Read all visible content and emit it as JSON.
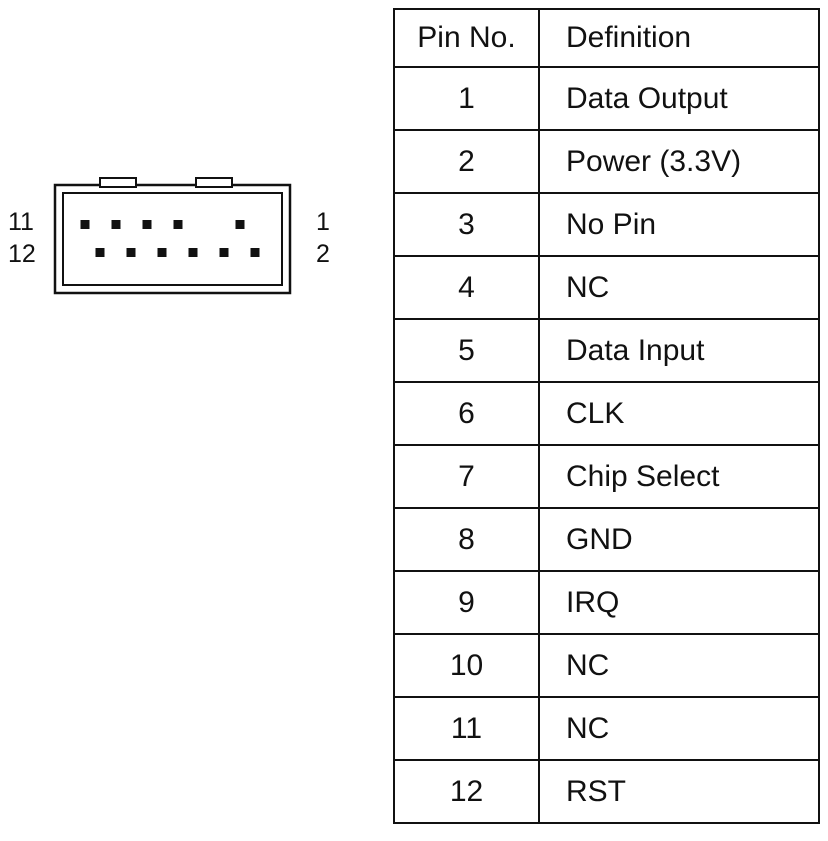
{
  "figure": {
    "table": {
      "headers": [
        "Pin No.",
        "Definition"
      ],
      "rows": [
        {
          "pin": "1",
          "definition": "Data Output"
        },
        {
          "pin": "2",
          "definition": "Power (3.3V)"
        },
        {
          "pin": "3",
          "definition": "No Pin"
        },
        {
          "pin": "4",
          "definition": "NC"
        },
        {
          "pin": "5",
          "definition": "Data Input"
        },
        {
          "pin": "6",
          "definition": "CLK"
        },
        {
          "pin": "7",
          "definition": "Chip Select"
        },
        {
          "pin": "8",
          "definition": "GND"
        },
        {
          "pin": "9",
          "definition": "IRQ"
        },
        {
          "pin": "10",
          "definition": "NC"
        },
        {
          "pin": "11",
          "definition": "NC"
        },
        {
          "pin": "12",
          "definition": "RST"
        }
      ]
    },
    "connector": {
      "pin_labels": {
        "top_left": "11",
        "bottom_left": "12",
        "top_right": "1",
        "bottom_right": "2"
      }
    },
    "colors": {
      "ink": "#111111",
      "background": "#ffffff"
    }
  }
}
